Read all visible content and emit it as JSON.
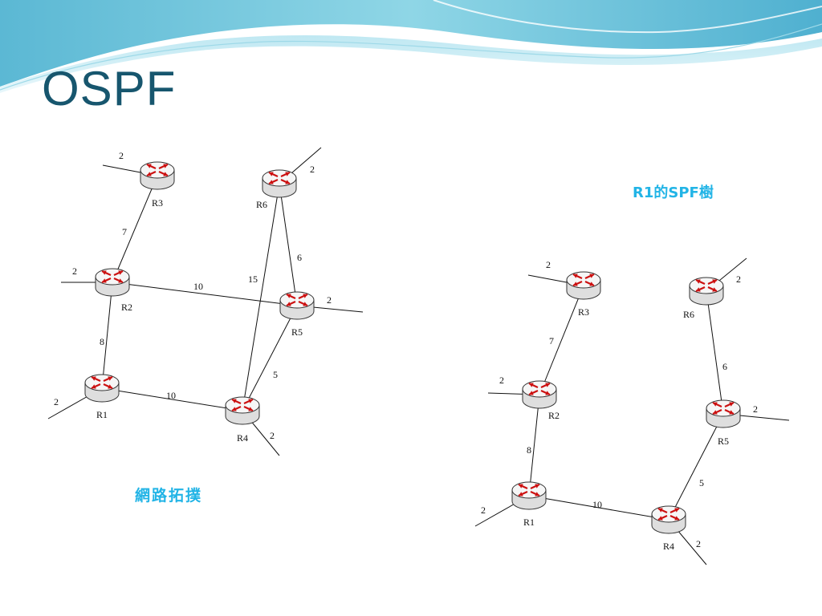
{
  "slide": {
    "title": "OSPF",
    "captions": {
      "topology": "網路拓撲",
      "spf_tree": "R1的SPF樹"
    }
  },
  "colors": {
    "title": "#17566e",
    "caption": "#22b4e6",
    "router_arrows": "#cc1111",
    "router_body": "#dedede",
    "wave": "#6fc4dc"
  },
  "diagrams": {
    "topology": {
      "routers": [
        {
          "id": "R1",
          "label": "R1"
        },
        {
          "id": "R2",
          "label": "R2"
        },
        {
          "id": "R3",
          "label": "R3"
        },
        {
          "id": "R4",
          "label": "R4"
        },
        {
          "id": "R5",
          "label": "R5"
        },
        {
          "id": "R6",
          "label": "R6"
        }
      ],
      "links": [
        {
          "from": "R3",
          "to": "R2",
          "cost": "7"
        },
        {
          "from": "R2",
          "to": "R1",
          "cost": "8"
        },
        {
          "from": "R2",
          "to": "R5",
          "cost": "10"
        },
        {
          "from": "R1",
          "to": "R4",
          "cost": "10"
        },
        {
          "from": "R4",
          "to": "R5",
          "cost": "5"
        },
        {
          "from": "R4",
          "to": "R6",
          "cost": "15"
        },
        {
          "from": "R6",
          "to": "R5",
          "cost": "6"
        }
      ],
      "stubs": [
        {
          "router": "R3",
          "cost": "2"
        },
        {
          "router": "R6",
          "cost": "2"
        },
        {
          "router": "R2",
          "cost": "2"
        },
        {
          "router": "R5",
          "cost": "2"
        },
        {
          "router": "R1",
          "cost": "2"
        },
        {
          "router": "R4",
          "cost": "2"
        }
      ]
    },
    "spf_tree": {
      "routers": [
        {
          "id": "R1",
          "label": "R1"
        },
        {
          "id": "R2",
          "label": "R2"
        },
        {
          "id": "R3",
          "label": "R3"
        },
        {
          "id": "R4",
          "label": "R4"
        },
        {
          "id": "R5",
          "label": "R5"
        },
        {
          "id": "R6",
          "label": "R6"
        }
      ],
      "links": [
        {
          "from": "R3",
          "to": "R2",
          "cost": "7"
        },
        {
          "from": "R2",
          "to": "R1",
          "cost": "8"
        },
        {
          "from": "R1",
          "to": "R4",
          "cost": "10"
        },
        {
          "from": "R4",
          "to": "R5",
          "cost": "5"
        },
        {
          "from": "R6",
          "to": "R5",
          "cost": "6"
        }
      ],
      "stubs": [
        {
          "router": "R3",
          "cost": "2"
        },
        {
          "router": "R6",
          "cost": "2"
        },
        {
          "router": "R2",
          "cost": "2"
        },
        {
          "router": "R5",
          "cost": "2"
        },
        {
          "router": "R1",
          "cost": "2"
        },
        {
          "router": "R4",
          "cost": "2"
        }
      ]
    }
  }
}
